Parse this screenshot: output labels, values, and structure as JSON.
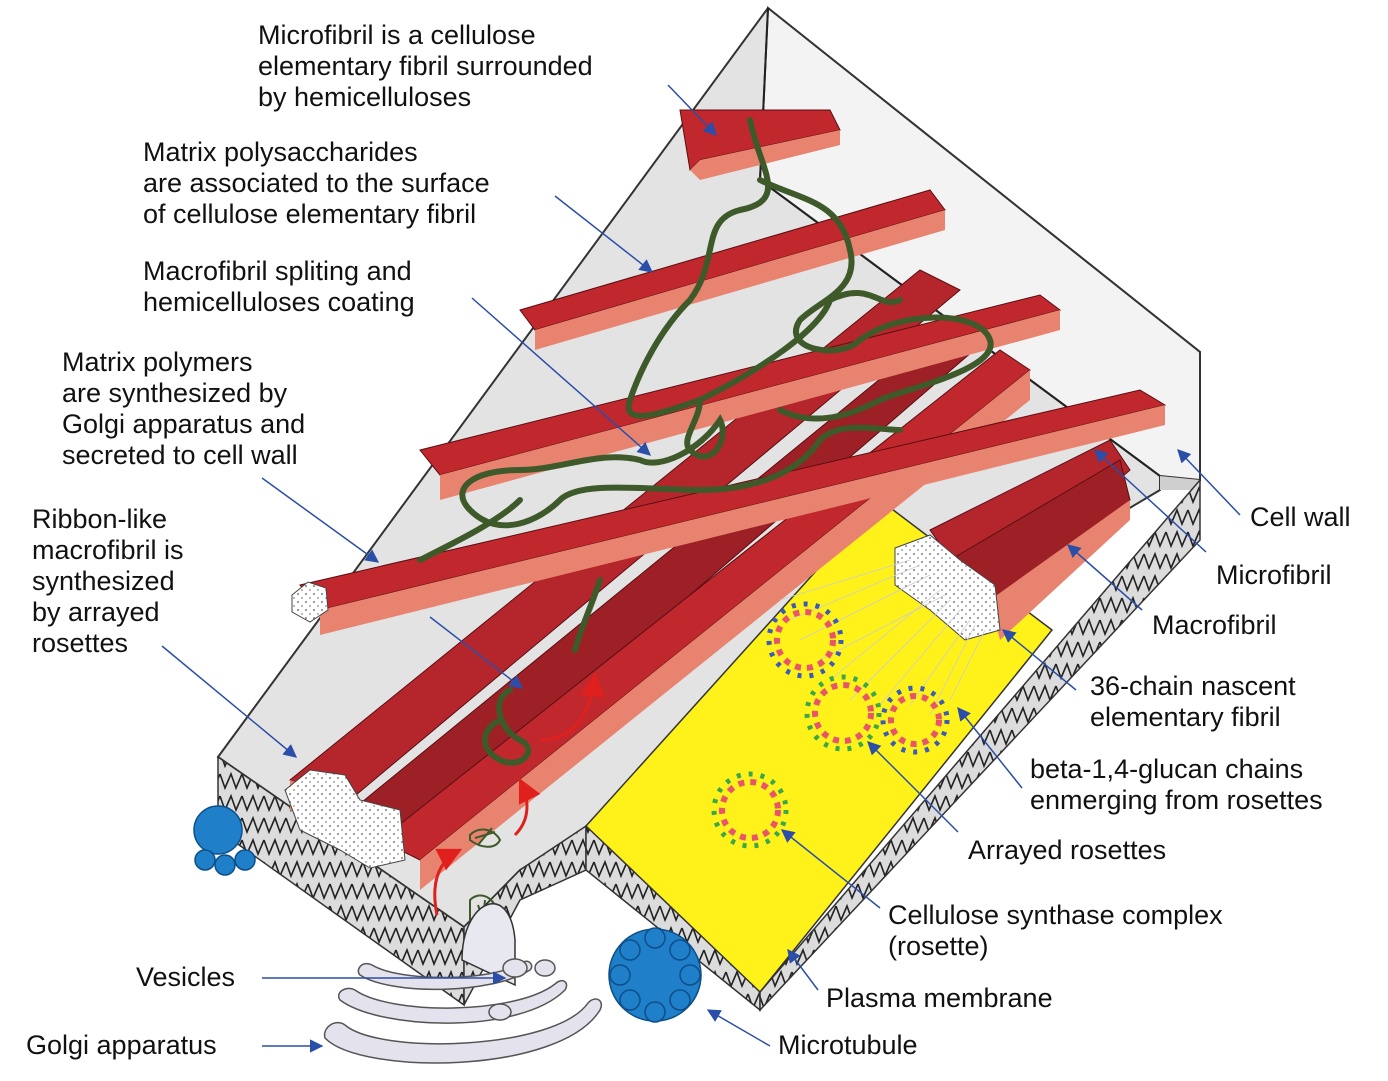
{
  "labels": {
    "microfibril_desc": [
      "Microfibril is a cellulose",
      "elementary fibril surrounded",
      "by hemicelluloses"
    ],
    "matrix_polysaccharides": [
      "Matrix polysaccharides",
      "are associated to the surface",
      "of cellulose elementary fibril"
    ],
    "macrofibril_splitting": [
      "Macrofibril spliting and",
      "hemicelluloses coating"
    ],
    "matrix_polymers": [
      "Matrix polymers",
      "are synthesized by",
      "Golgi apparatus and",
      "secreted to cell wall"
    ],
    "ribbon_macrofibril": [
      "Ribbon-like",
      "macrofibril is",
      "synthesized",
      "by arrayed",
      "rosettes"
    ],
    "cell_wall": "Cell wall",
    "microfibril": "Microfibril",
    "macrofibril": "Macrofibril",
    "nascent_fibril": [
      "36-chain nascent",
      "elementary fibril"
    ],
    "glucan_chains": [
      "beta-1,4-glucan chains",
      "enmerging from rosettes"
    ],
    "arrayed_rosettes": "Arrayed rosettes",
    "rosette": [
      "Cellulose synthase complex",
      "(rosette)"
    ],
    "plasma_membrane": "Plasma membrane",
    "vesicles": "Vesicles",
    "golgi": "Golgi apparatus",
    "microtubule": "Microtubule"
  },
  "colors": {
    "fibril_top": "#c0282e",
    "fibril_side": "#e8836f",
    "fibril_dark": "#8e1c22",
    "hemicellulose": "#3f5a2a",
    "membrane": "#fff21a",
    "wall": "#e6e6e6",
    "microtubule": "#1f7fc8",
    "arrow": "#2b4ea8",
    "red_arrow": "#e0201c"
  }
}
